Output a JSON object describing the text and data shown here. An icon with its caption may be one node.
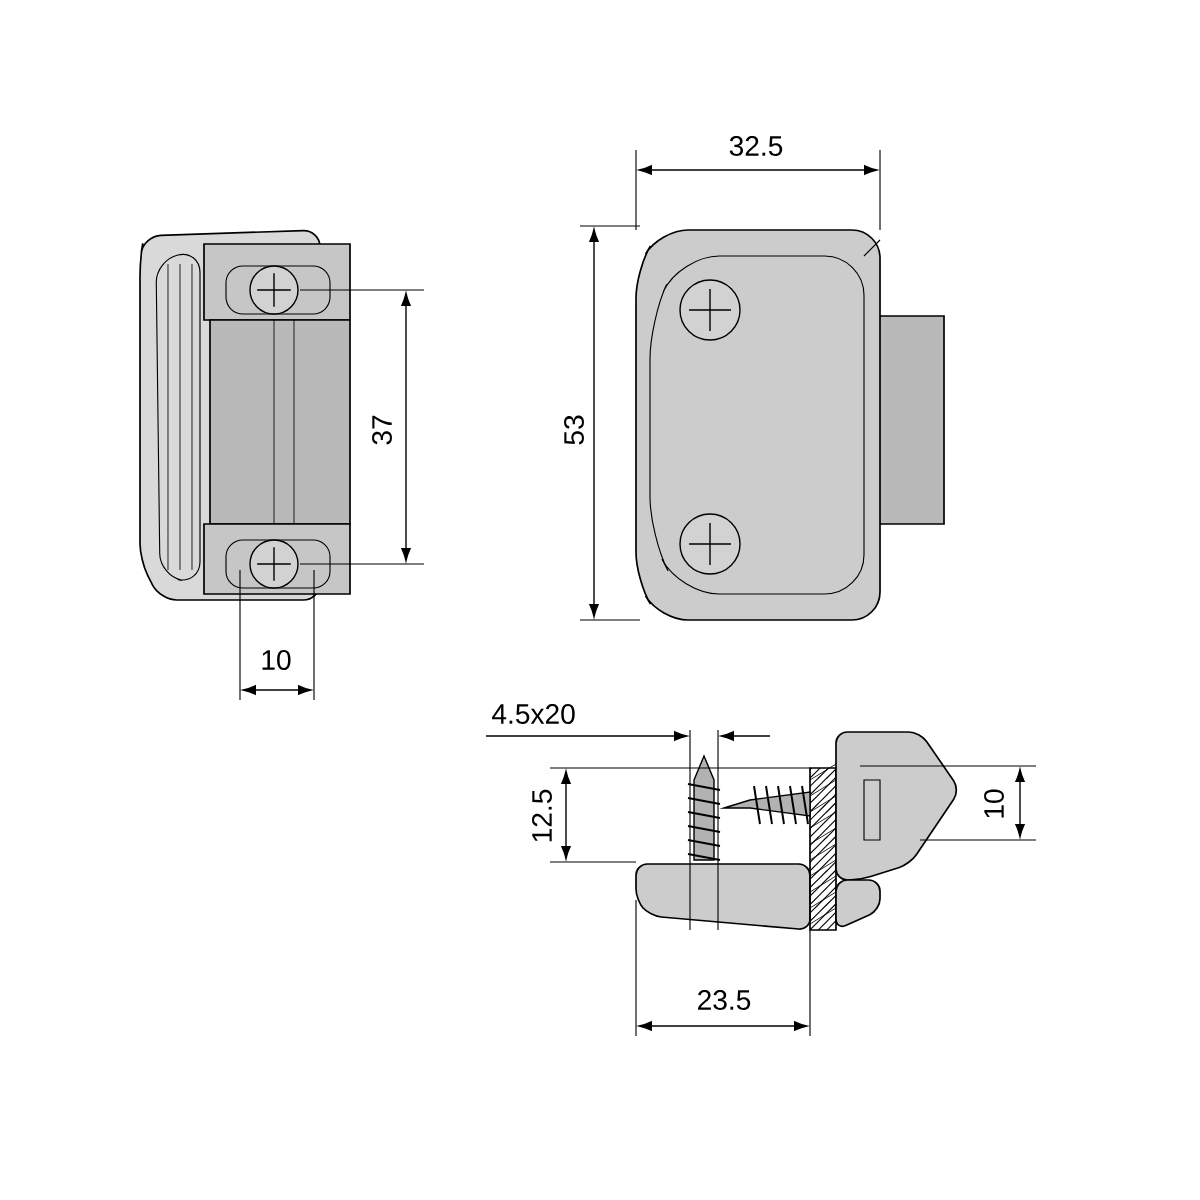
{
  "diagram": {
    "labels": [
      "32.5",
      "37",
      "53",
      "10",
      "4.5x20",
      "12.5",
      "10",
      "23.5"
    ]
  }
}
